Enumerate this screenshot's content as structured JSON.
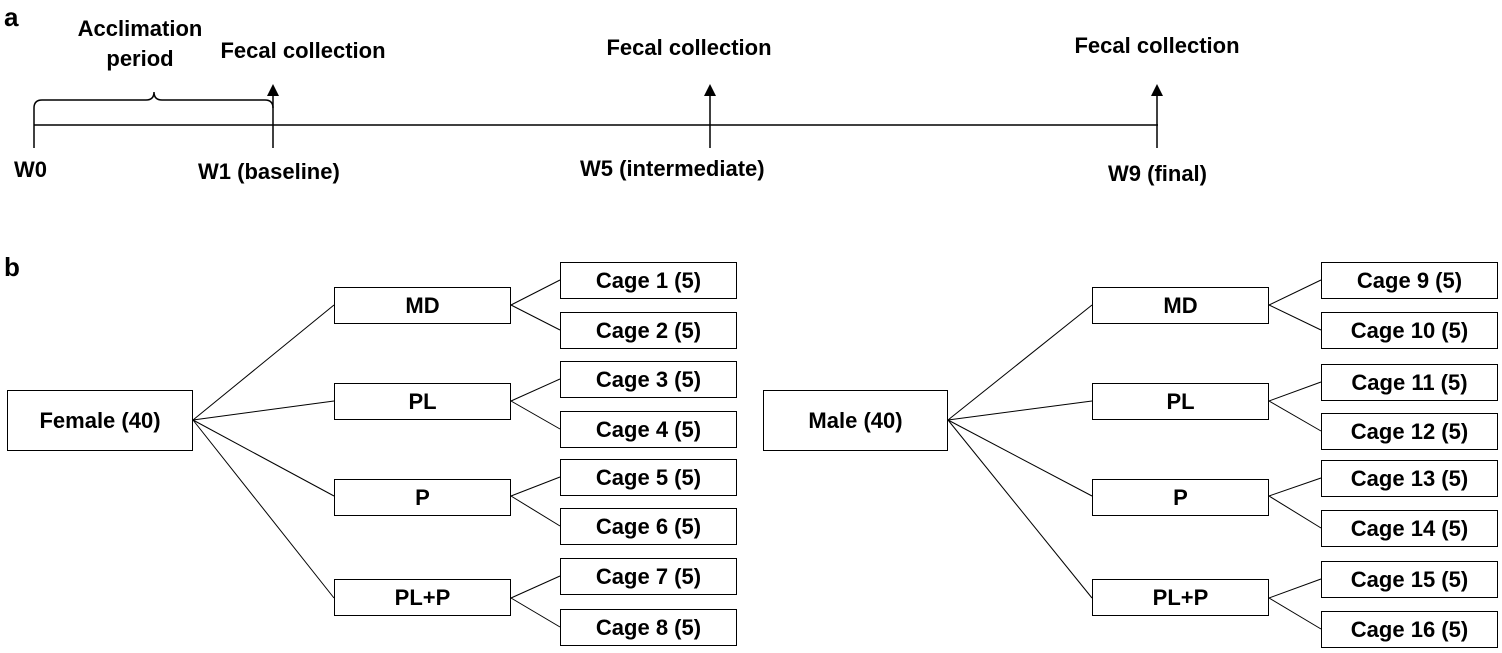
{
  "panels": {
    "a": "a",
    "b": "b"
  },
  "timeline": {
    "acclimation": [
      "Acclimation",
      "period"
    ],
    "collection_label": "Fecal collection",
    "points": [
      "W0",
      "W1 (baseline)",
      "W5 (intermediate)",
      "W9 (final)"
    ]
  },
  "tree": {
    "female": {
      "root": "Female (40)",
      "groups": [
        "MD",
        "PL",
        "P",
        "PL+P"
      ],
      "cages": [
        "Cage 1 (5)",
        "Cage 2 (5)",
        "Cage 3 (5)",
        "Cage 4 (5)",
        "Cage 5 (5)",
        "Cage 6 (5)",
        "Cage 7 (5)",
        "Cage 8 (5)"
      ]
    },
    "male": {
      "root": "Male (40)",
      "groups": [
        "MD",
        "PL",
        "P",
        "PL+P"
      ],
      "cages": [
        "Cage 9 (5)",
        "Cage 10 (5)",
        "Cage 11 (5)",
        "Cage 12 (5)",
        "Cage 13 (5)",
        "Cage 14 (5)",
        "Cage 15 (5)",
        "Cage 16 (5)"
      ]
    }
  }
}
